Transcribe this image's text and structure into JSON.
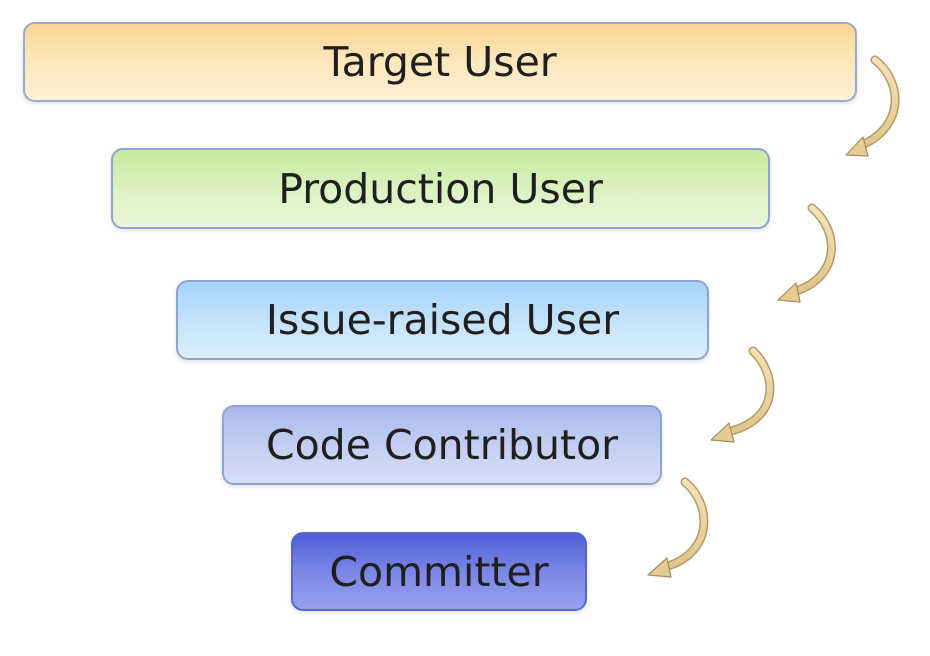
{
  "levels": [
    {
      "label": "Target User"
    },
    {
      "label": "Production User"
    },
    {
      "label": "Issue-raised User"
    },
    {
      "label": "Code Contributor"
    },
    {
      "label": "Committer"
    }
  ]
}
